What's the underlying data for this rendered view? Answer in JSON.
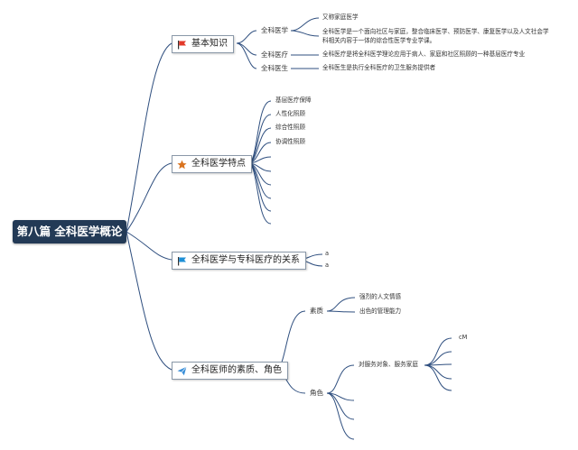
{
  "title": "第八篇 全科医学概论",
  "topics": {
    "basic": {
      "label": "基本知识",
      "icon": "red-flag-icon",
      "children": [
        {
          "label": "全科医学",
          "items": [
            "又称家庭医学",
            "全科医学是一个面向社区与家庭，整合临床医学、预防医学、康复医学以及人文社会学科相关内容于一体的综合性医学专业学课。"
          ]
        },
        {
          "label": "全科医疗",
          "items": [
            "全科医疗是将全科医学理论应用于病人、家庭和社区照顾的一种基层医疗专业"
          ]
        },
        {
          "label": "全科医生",
          "items": [
            "全科医生是执行全科医疗的卫生服务提供者"
          ]
        }
      ]
    },
    "features": {
      "label": "全科医学特点",
      "icon": "star-icon",
      "items": [
        "基层医疗保障",
        "人性化照顾",
        "综合性照顾",
        "协调性照顾",
        "",
        "",
        "",
        "",
        "",
        ""
      ]
    },
    "relation": {
      "label": "全科医学与专科医疗的关系",
      "icon": "blue-flag-icon",
      "items": [
        "a",
        "a"
      ]
    },
    "roles": {
      "label": "全科医师的素质、角色",
      "icon": "paper-plane-icon",
      "quality": {
        "label": "素质",
        "items": [
          "强烈的人文情感",
          "出色的管理能力"
        ]
      },
      "role": {
        "label": "角色",
        "items": [
          {
            "label": "对服务对象、服务家庭",
            "items": [
              "cM",
              "",
              "",
              ""
            ]
          },
          {
            "label": "",
            "items": []
          },
          {
            "label": "",
            "items": []
          },
          {
            "label": "",
            "items": []
          }
        ]
      }
    }
  },
  "colors": {
    "line": "#2f4f7f",
    "root_bg": "#233a56",
    "flag_red": "#e23a2a",
    "star": "#d9731f",
    "flag_blue": "#1e8fd6",
    "plane": "#3a8fd8"
  }
}
